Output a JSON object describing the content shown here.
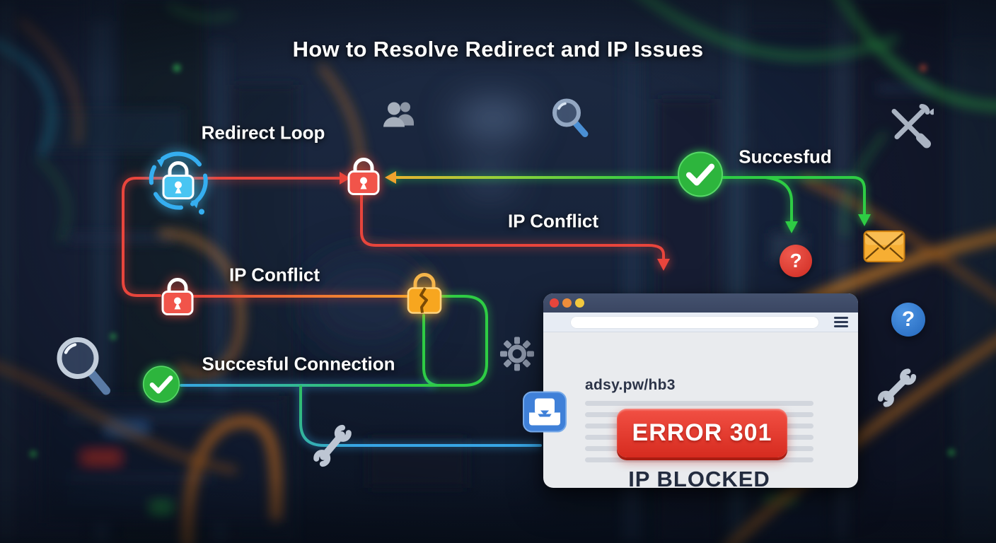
{
  "title": "How to Resolve Redirect and IP Issues",
  "labels": {
    "redirect_loop": "Redirect Loop",
    "ip_conflict_top": "IP Conflict",
    "ip_conflict_left": "IP Conflict",
    "successful_connection": "Succesful Connection",
    "successful_badge": "Succesfud"
  },
  "browser_window": {
    "url_text": "adsy.pw/hb3",
    "error_button_label": "ERROR 301",
    "blocked_label": "IP BLOCKED"
  },
  "question_marks": {
    "red": "?",
    "blue": "?"
  },
  "icons": {
    "blue_lock": "redirect-loop-lock-icon",
    "red_lock_top": "blocked-lock-icon",
    "red_lock_left": "conflict-lock-icon",
    "broken_lock": "broken-lock-icon",
    "check_top_right": "success-check-icon",
    "check_bottom_left": "success-check-icon",
    "people": "users-icon",
    "magnifier_top": "search-icon",
    "magnifier_bottom_left": "search-icon",
    "gear": "settings-gear-icon",
    "wrench_center": "wrench-icon",
    "wrench_right": "wrench-icon",
    "crossed_tools": "tools-icon",
    "envelope": "mail-icon",
    "tray": "inbox-icon",
    "hamburger": "menu-icon"
  },
  "colors": {
    "red_line": "#e8453c",
    "orange_line": "#f29b2e",
    "green_line": "#2ecc44",
    "blue_line": "#37a5e4",
    "error_button_red": "#d62b1f",
    "browser_titlebar": "#3e4a66",
    "traffic_light_red": "#e8453c",
    "traffic_light_orange": "#ee8d3a",
    "traffic_light_yellow": "#f2c83e"
  }
}
